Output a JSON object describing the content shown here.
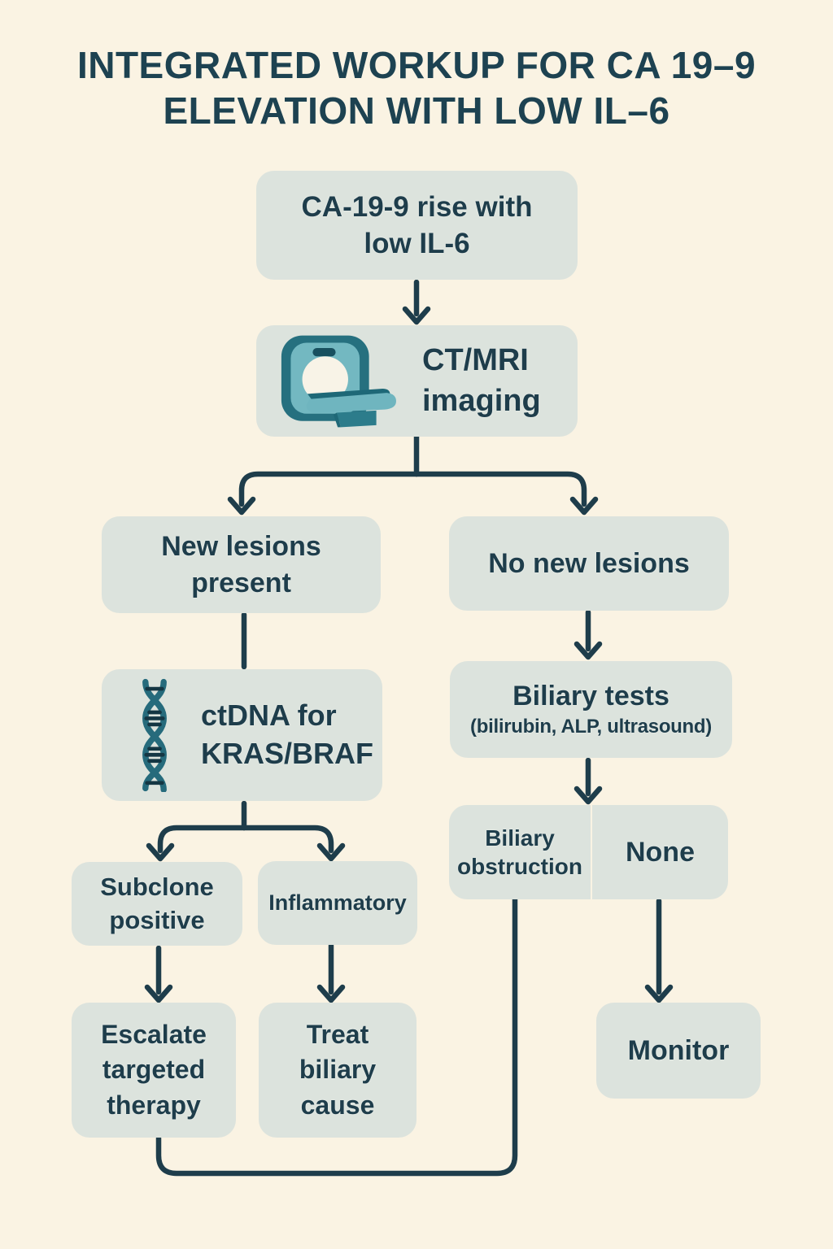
{
  "title": "INTEGRATED WORKUP FOR CA 19–9 ELEVATION WITH LOW IL–6",
  "colors": {
    "background": "#FAF3E3",
    "box_fill": "#DCE3DD",
    "text": "#1E3D4B",
    "connector": "#1E3D4B",
    "icon_teal": "#2A7484",
    "icon_teal_light": "#74B9C1"
  },
  "nodes": {
    "start": {
      "label": "CA-19-9 rise with low IL-6"
    },
    "imaging": {
      "label": "CT/MRI imaging",
      "icon": "ct-scanner-icon"
    },
    "new_lesions": {
      "label": "New lesions present"
    },
    "no_new_lesions": {
      "label": "No new lesions"
    },
    "ctdna": {
      "label": "ctDNA for KRAS/BRAF",
      "icon": "dna-helix-icon"
    },
    "biliary_tests": {
      "label": "Biliary tests",
      "sublabel": "(bilirubin, ALP, ultrasound)"
    },
    "biliary_obstruction": {
      "label": "Biliary obstruction"
    },
    "none": {
      "label": "None"
    },
    "subclone_positive": {
      "label": "Subclone positive"
    },
    "inflammatory": {
      "label": "Inflammatory"
    },
    "escalate": {
      "label": "Escalate targeted therapy"
    },
    "treat_biliary": {
      "label": "Treat biliary cause"
    },
    "monitor": {
      "label": "Monitor"
    }
  },
  "edges": [
    {
      "from": "start",
      "to": "imaging",
      "arrow": true
    },
    {
      "from": "imaging",
      "to": "new_lesions",
      "arrow": true
    },
    {
      "from": "imaging",
      "to": "no_new_lesions",
      "arrow": true
    },
    {
      "from": "new_lesions",
      "to": "ctdna",
      "arrow": false
    },
    {
      "from": "no_new_lesions",
      "to": "biliary_tests",
      "arrow": true
    },
    {
      "from": "ctdna",
      "to": "subclone_positive",
      "arrow": true
    },
    {
      "from": "ctdna",
      "to": "inflammatory",
      "arrow": true
    },
    {
      "from": "biliary_tests",
      "to": "biliary_obstruction_none",
      "arrow": true
    },
    {
      "from": "subclone_positive",
      "to": "escalate",
      "arrow": true
    },
    {
      "from": "inflammatory",
      "to": "treat_biliary",
      "arrow": true
    },
    {
      "from": "none",
      "to": "monitor",
      "arrow": true
    },
    {
      "from": "escalate",
      "to": "biliary_obstruction",
      "arrow": false,
      "style": "bottom-loop"
    }
  ]
}
